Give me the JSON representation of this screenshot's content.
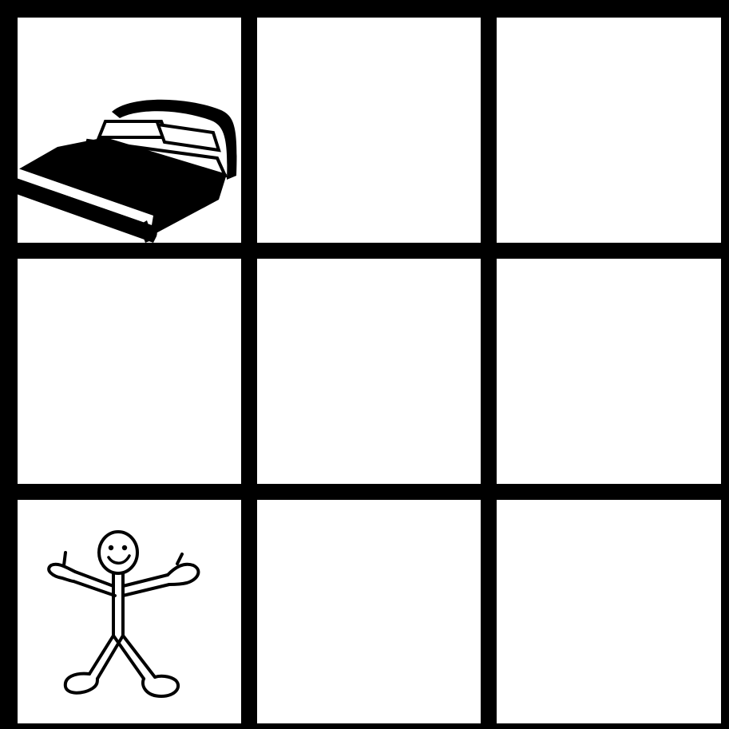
{
  "grid": {
    "rows": 3,
    "cols": 3,
    "colors": {
      "line": "#000000",
      "cell": "#ffffff"
    },
    "cells": [
      {
        "row": 0,
        "col": 0,
        "content": "bed-icon"
      },
      {
        "row": 0,
        "col": 1,
        "content": ""
      },
      {
        "row": 0,
        "col": 2,
        "content": ""
      },
      {
        "row": 1,
        "col": 0,
        "content": ""
      },
      {
        "row": 1,
        "col": 1,
        "content": ""
      },
      {
        "row": 1,
        "col": 2,
        "content": ""
      },
      {
        "row": 2,
        "col": 0,
        "content": "stick-figure-icon"
      },
      {
        "row": 2,
        "col": 1,
        "content": ""
      },
      {
        "row": 2,
        "col": 2,
        "content": ""
      }
    ]
  }
}
